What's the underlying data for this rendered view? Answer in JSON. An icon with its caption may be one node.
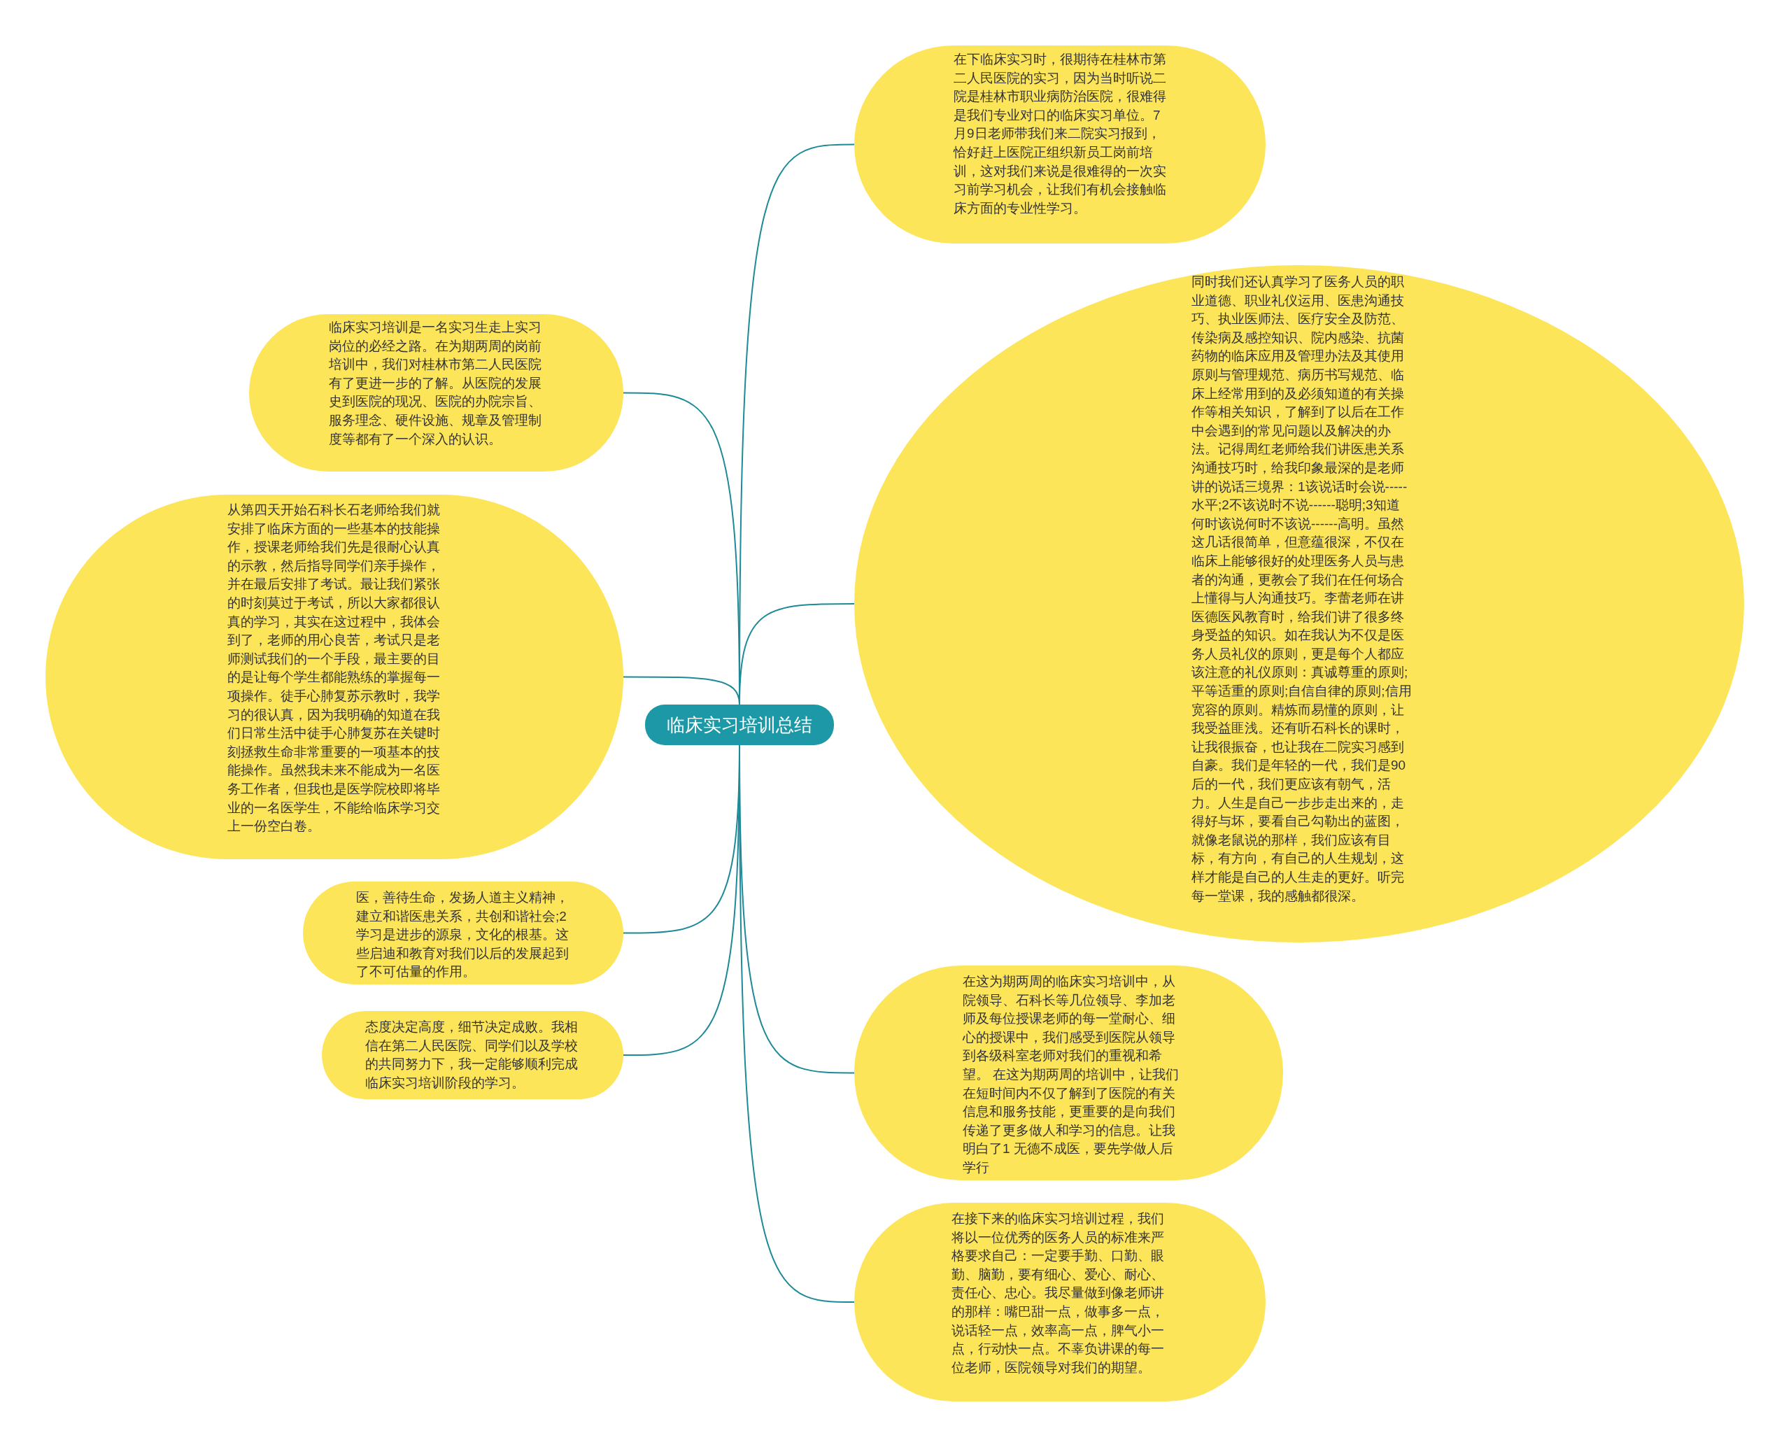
{
  "diagram": {
    "nodes": [
      {
        "text": [
          "临床实习培训总结"
        ]
      },
      {
        "text": [
          "在下临床实习时，很期待在桂林市第二人民医院的实习，因为当时听说二院是桂林市职业病防治医院，很难得是我们专业对口的临床实习单位。7月9日老师带我们来二院实习报到，恰好赶上医院正组织新员工岗前培训，这对我们来说是很难得的一次实习前学习机会，让我们有机会接触临床方面的专业性学习。"
        ]
      },
      {
        "text": [
          "临床实习培训是一名实习生走上实习岗位的必经之路。在为期两周的岗前培训中，我们对桂林市第二人民医院有了更进一步的了解。从医院的发展史到医院的现况、医院的办院宗旨、服务理念、硬件设施、规章及管理制度等都有了一个深入的认识。"
        ]
      },
      {
        "text": [
          "从第四天开始石科长石老师给我们就安排了临床方面的一些基本的技能操作，授课老师给我们先是很耐心认真的示教，然后指导同学们亲手操作，并在最后安排了考试。最让我们紧张的时刻莫过于考试，所以大家都很认真的学习，其实在这过程中，我体会到了，老师的用心良苦，考试只是老师测试我们的一个手段，最主要的目的是让每个学生都能熟练的掌握每一项操作。徒手心肺复苏示教时，我学习的很认真，因为我明确的知道在我们日常生活中徒手心肺复苏在关键时刻拯救生命非常重要的一项基本的技能操作。虽然我未来不能成为一名医务工作者，但我也是医学院校即将毕业的一名医学生，不能给临床学习交上一份空白卷。"
        ]
      },
      {
        "text": [
          "同时我们还认真学习了医务人员的职业道德、职业礼仪运用、医患沟通技巧、执业医师法、医疗安全及防范、传染病及感控知识、院内感染、抗菌药物的临床应用及管理办法及其使用原则与管理规范、病历书写规范、临床上经常用到的及必须知道的有关操作等相关知识，了解到了以后在工作中会遇到的常见问题以及解决的办法。记得周红老师给我们讲医患关系沟通技巧时，给我印象最深的是老师讲的说话三境界：1该说话时会说-----水平;2不该说时不说------聪明;3知道何时该说何时不该说------高明。虽然这几话很简单，但意蕴很深，不仅在临床上能够很好的处理医务人员与患者的沟通，更教会了我们在任何场合上懂得与人沟通技巧。李蕾老师在讲医德医风教育时，给我们讲了很多终身受益的知识。如在我认为不仅是医务人员礼仪的原则，更是每个人都应该注意的礼仪原则：真诚尊重的原则;平等适重的原则;自信自律的原则;信用宽容的原则。精炼而易懂的原则，让我受益匪浅。还有听石科长的课时，让我很振奋，也让我在二院实习感到自豪。我们是年轻的一代，我们是90后的一代，我们更应该有朝气，活力。人生是自己一步步走出来的，走得好与坏，要看自己勾勒出的蓝图，就像老鼠说的那样，我们应该有目标，有方向，有自己的人生规划，这样才能是自己的人生走的更好。听完每一堂课，我的感触都很深。"
        ]
      },
      {
        "text": [
          "医，善待生命，发扬人道主义精神，建立和谐医患关系，共创和谐社会;2 学习是进步的源泉，文化的根基。这些启迪和教育对我们以后的发展起到了不可估量的作用。"
        ]
      },
      {
        "text": [
          "态度决定高度，细节决定成败。我相信在第二人民医院、同学们以及学校的共同努力下，我一定能够顺利完成临床实习培训阶段的学习。"
        ]
      },
      {
        "text": [
          "在这为期两周的临床实习培训中，从院领导、石科长等几位领导、李加老师及每位授课老师的每一堂耐心、细心的授课中，我们感受到医院从领导到各级科室老师对我们的重视和希望。 在这为期两周的培训中，让我们在短时间内不仅了解到了医院的有关信息和服务技能，更重要的是向我们传递了更多做人和学习的信息。让我明白了1 无德不成医，要先学做人后学行"
        ]
      },
      {
        "text": [
          "在接下来的临床实习培训过程，我们将以一位优秀的医务人员的标准来严格要求自己：一定要手勤、口勤、眼勤、脑勤，要有细心、爱心、耐心、责任心、忠心。我尽量做到像老师讲的那样：嘴巴甜一点，做事多一点，说话轻一点，效率高一点，脾气小一点，行动快一点。不辜负讲课的每一位老师，医院领导对我们的期望。"
        ]
      }
    ],
    "edges": [
      {
        "from": 0,
        "to": 1,
        "arrow": "none"
      },
      {
        "from": 0,
        "to": 2,
        "arrow": "none"
      },
      {
        "from": 0,
        "to": 3,
        "arrow": "none"
      },
      {
        "from": 0,
        "to": 4,
        "arrow": "none"
      },
      {
        "from": 0,
        "to": 5,
        "arrow": "none"
      },
      {
        "from": 0,
        "to": 6,
        "arrow": "none"
      },
      {
        "from": 0,
        "to": 7,
        "arrow": "none"
      },
      {
        "from": 0,
        "to": 8,
        "arrow": "none"
      }
    ]
  }
}
